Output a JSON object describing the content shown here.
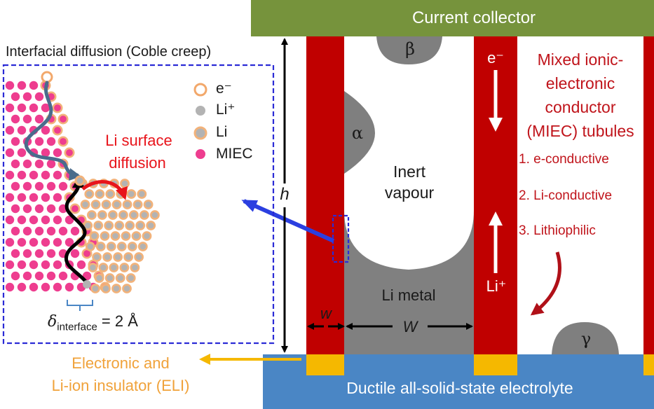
{
  "colors": {
    "tubule_red": "#c00000",
    "collector_green": "#76933c",
    "electrolyte_blue": "#4a86c5",
    "eli_yellow": "#f5b800",
    "li_metal_gray": "#808080",
    "inset_border_blue": "#2b2bd6",
    "miec_pink": "#ee3d8f",
    "shell_orange": "#f2b27a",
    "li_ion_gray": "#b3b3b3",
    "annotation_red": "#c0141b",
    "eli_label_orange": "#f0a23a"
  },
  "labels": {
    "current_collector": "Current collector",
    "electrolyte": "Ductile all-solid-state electrolyte",
    "inert_vapour": [
      "Inert",
      "vapour"
    ],
    "li_metal": "Li metal",
    "h": "h",
    "w": "w",
    "W": "W",
    "alpha": "α",
    "beta": "β",
    "gamma": "γ",
    "e_minus": "e⁻",
    "li_plus": "Li⁺",
    "miec_title": [
      "Mixed ionic-",
      "electronic",
      "conductor",
      "(MIEC) tubules"
    ],
    "miec_properties": [
      "1. e-conductive",
      "2. Li-conductive",
      "3. Lithiophilic"
    ],
    "eli_label": [
      "Electronic and",
      "Li-ion insulator (ELI)"
    ]
  },
  "inset": {
    "title": "Interfacial diffusion (Coble creep)",
    "legend": [
      {
        "label": "e⁻",
        "marker": "hollow-orange-circle"
      },
      {
        "label": "Li⁺",
        "marker": "gray-dot"
      },
      {
        "label": "Li",
        "marker": "orange-ring-gray-dot"
      },
      {
        "label": "MIEC",
        "marker": "pink-dot"
      }
    ],
    "surface_diffusion": [
      "Li surface",
      "diffusion"
    ],
    "delta_symbol": "δ",
    "delta_subscript": "interface",
    "delta_value": "= 2 Å"
  }
}
